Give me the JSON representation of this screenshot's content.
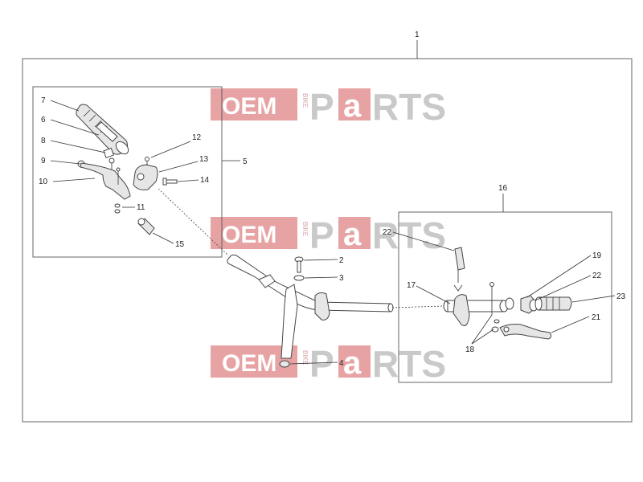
{
  "watermark": {
    "oem": "OEM",
    "bike": "BIKE",
    "p": "P",
    "a": "a",
    "rts": "RTS"
  },
  "callouts": {
    "c1": "1",
    "c2": "2",
    "c3": "3",
    "c4": "4",
    "c5": "5",
    "c6": "6",
    "c7": "7",
    "c8": "8",
    "c9": "9",
    "c10": "10",
    "c11": "11",
    "c12": "12",
    "c13": "13",
    "c14": "14",
    "c15": "15",
    "c16": "16",
    "c17": "17",
    "c18": "18",
    "c19": "19",
    "c21": "21",
    "c22a": "22",
    "c22b": "22",
    "c23": "23"
  }
}
